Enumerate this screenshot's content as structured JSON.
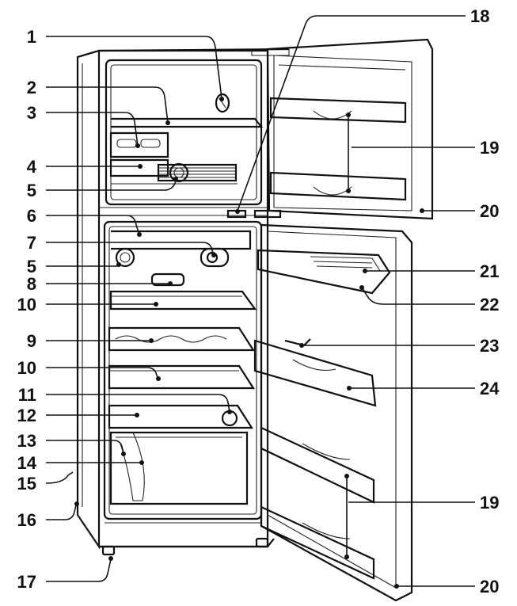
{
  "callouts": {
    "c1": "1",
    "c2": "2",
    "c3": "3",
    "c4": "4",
    "c5a": "5",
    "c6": "6",
    "c7": "7",
    "c5b": "5",
    "c8": "8",
    "c10a": "10",
    "c9": "9",
    "c10b": "10",
    "c11": "11",
    "c12": "12",
    "c13": "13",
    "c14": "14",
    "c15": "15",
    "c16": "16",
    "c17": "17",
    "c18": "18",
    "c19a": "19",
    "c20a": "20",
    "c21": "21",
    "c22": "22",
    "c23": "23",
    "c24": "24",
    "c19b": "19",
    "c20b": "20"
  }
}
